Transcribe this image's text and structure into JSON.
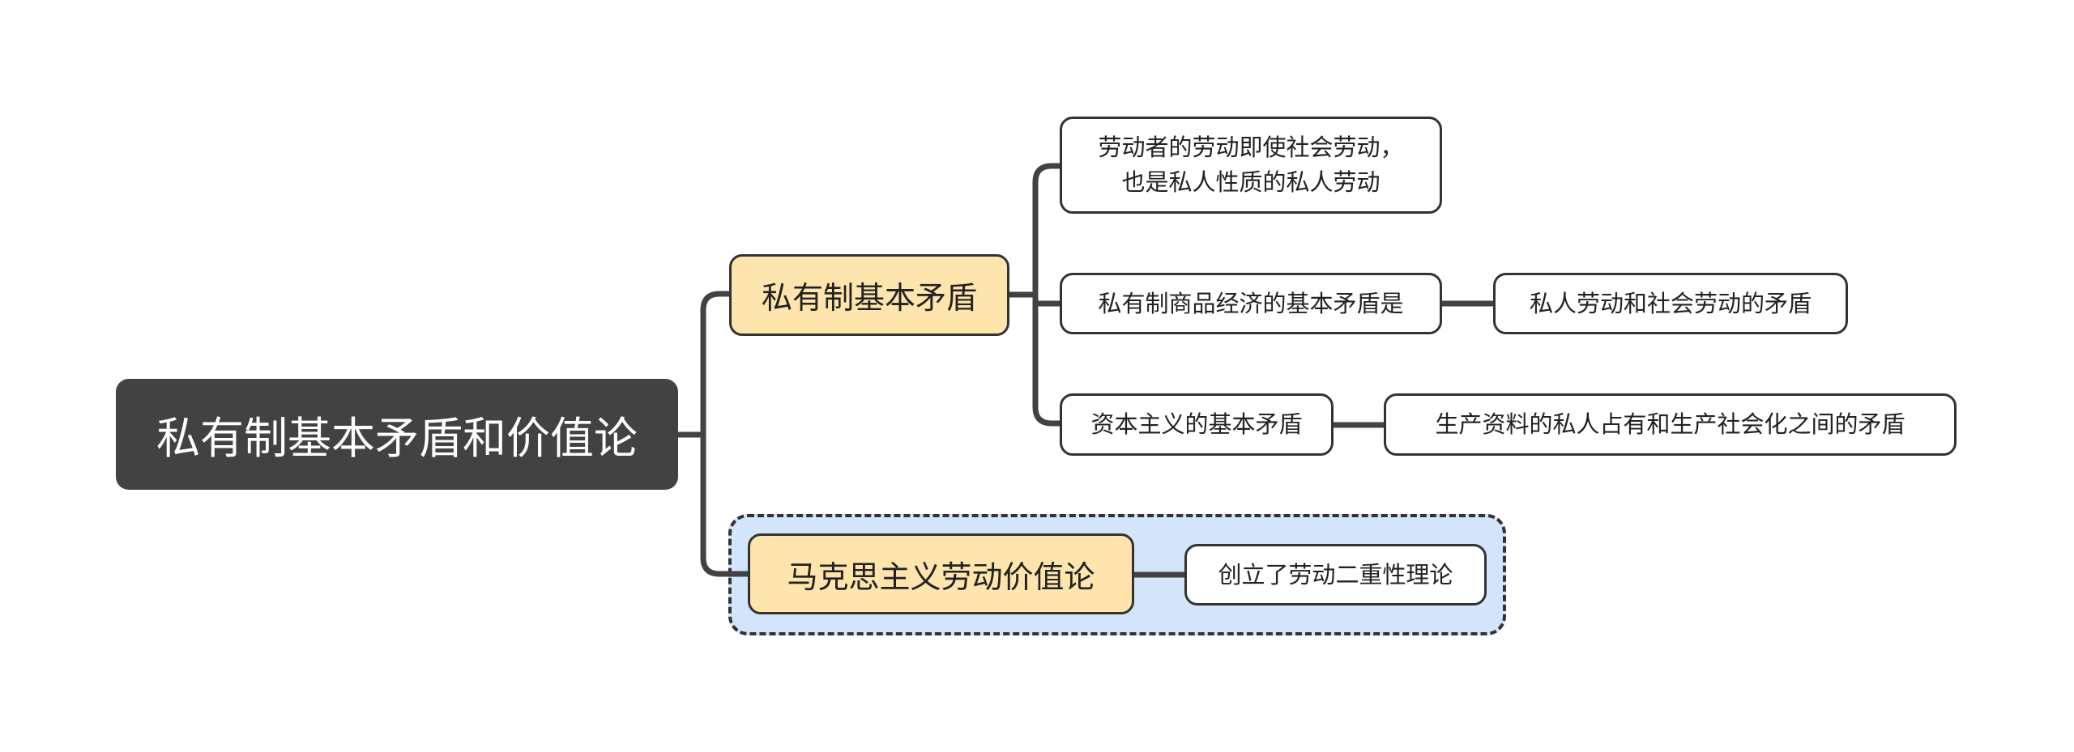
{
  "colors": {
    "root_fill": "#424242",
    "root_text": "#ffffff",
    "main_topic_fill": "#fde5ad",
    "sub_topic_fill": "#ffffff",
    "border": "#333333",
    "connector": "#424242",
    "boundary_fill": "#d4e4fb"
  },
  "mindmap": {
    "root": {
      "label": "私有制基本矛盾和价值论"
    },
    "branches": [
      {
        "label": "私有制基本矛盾",
        "children": [
          {
            "lines": [
              "劳动者的劳动即使社会劳动，",
              "也是私人性质的私人劳动"
            ]
          },
          {
            "label": "私有制商品经济的基本矛盾是",
            "child": "私人劳动和社会劳动的矛盾"
          },
          {
            "label": "资本主义的基本矛盾",
            "child": "生产资料的私人占有和生产社会化之间的矛盾"
          }
        ]
      },
      {
        "label": "马克思主义劳动价值论",
        "boundary": true,
        "children": [
          {
            "label": "创立了劳动二重性理论"
          }
        ]
      }
    ]
  }
}
